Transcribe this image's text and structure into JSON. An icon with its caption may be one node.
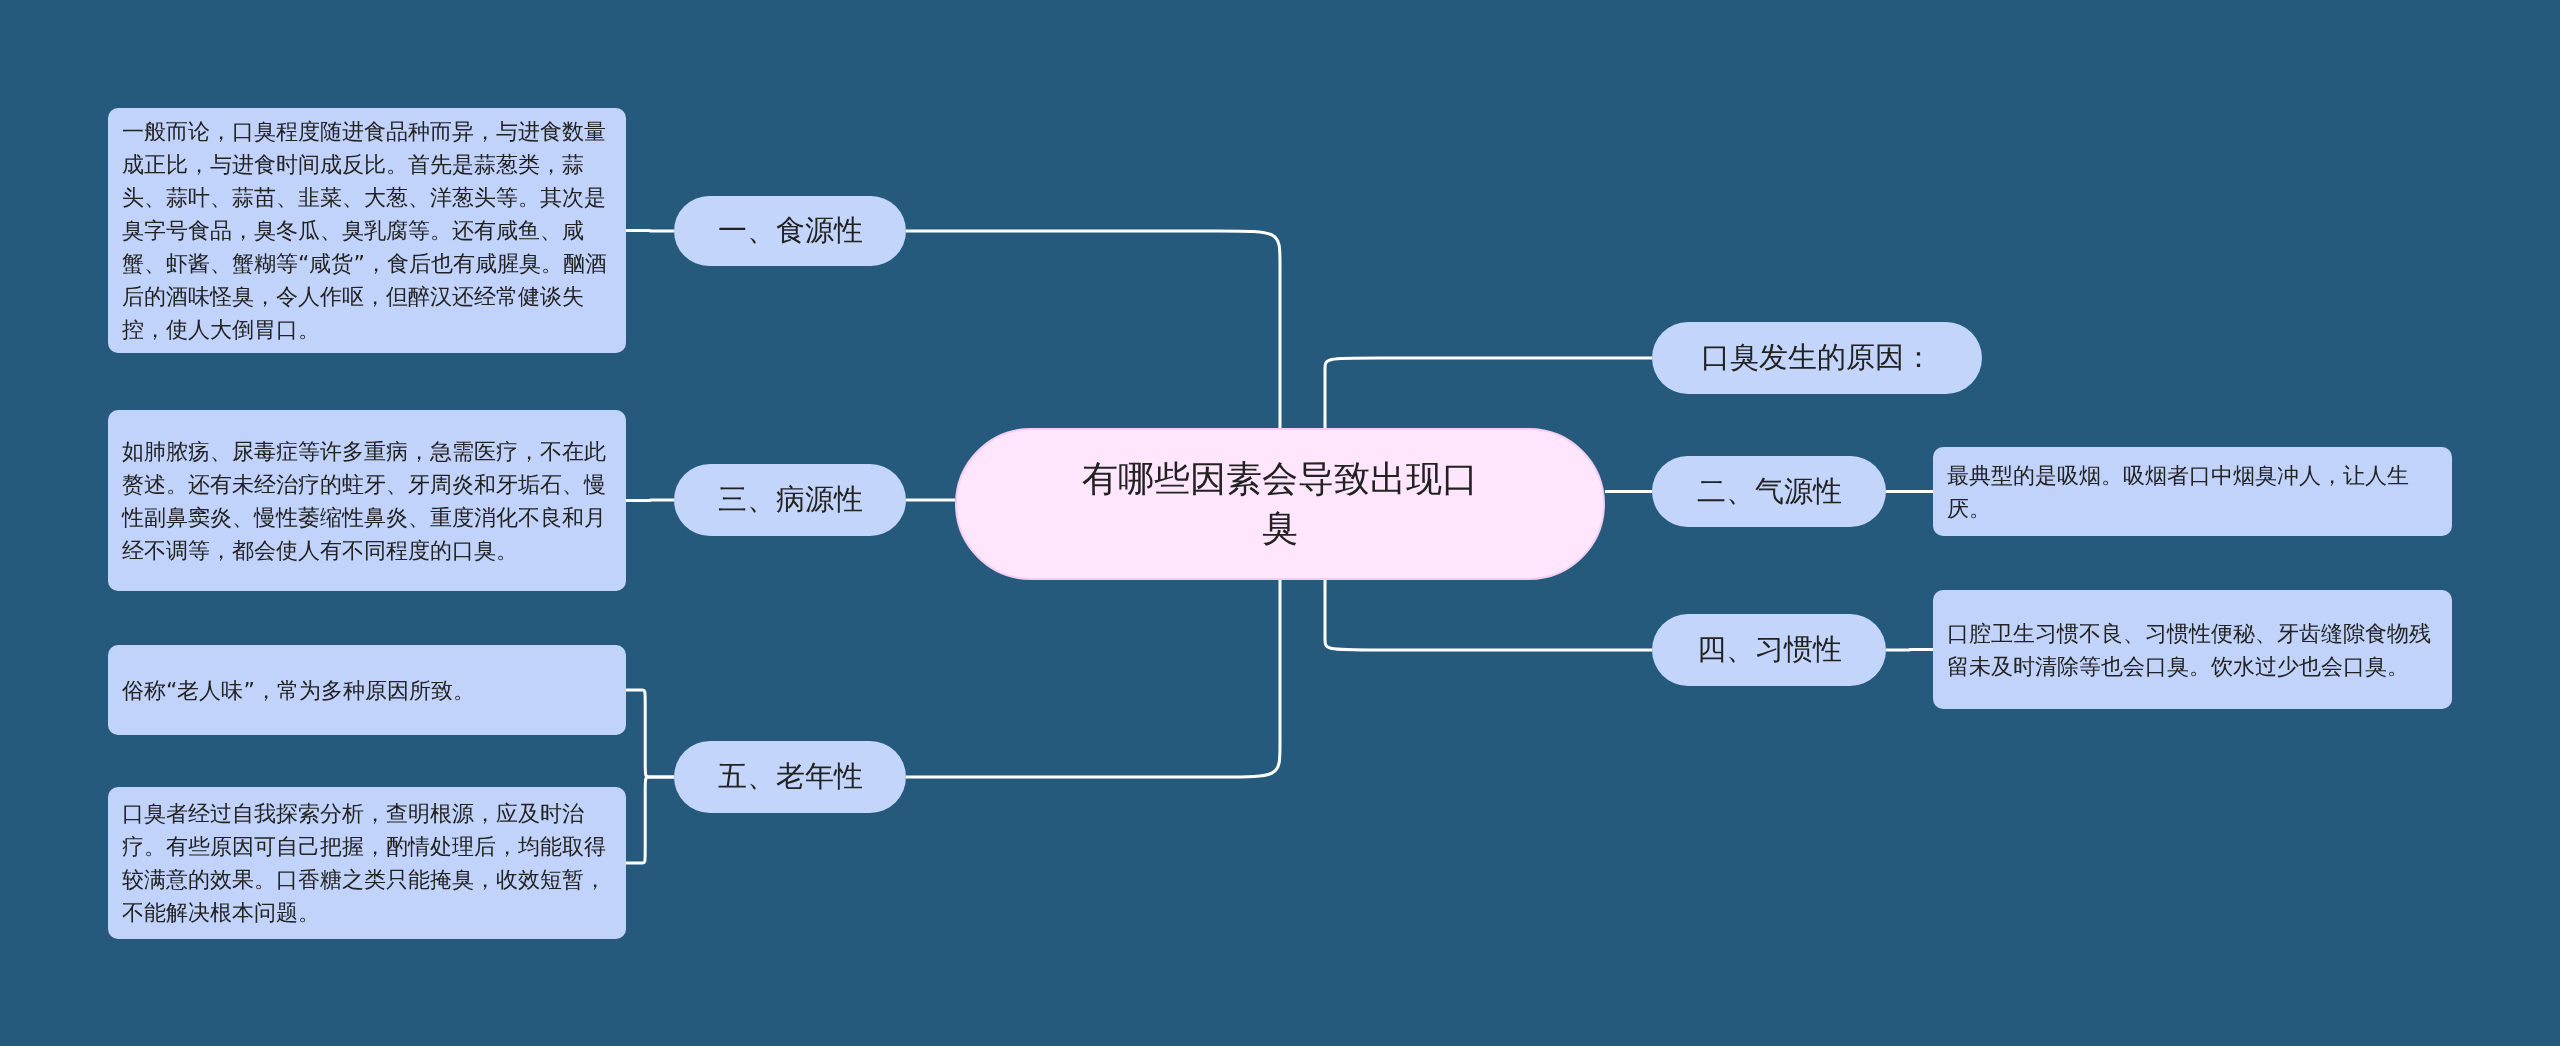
{
  "diagram": {
    "nodes": [
      {
        "text": [
          "有哪些因素会导致出现口臭"
        ]
      },
      {
        "text": [
          "一、食源性"
        ]
      },
      {
        "text": [
          "一般而论，口臭程度随进食品种而异，与进食数量成正比，与进食时间成反比。首先是蒜葱类，蒜头、蒜叶、蒜苗、韭菜、大葱、洋葱头等。其次是臭字号食品，臭冬瓜、臭乳腐等。还有咸鱼、咸蟹、虾酱、蟹糊等“咸货”，食后也有咸腥臭。酗酒后的酒味怪臭，令人作呕，但醉汉还经常健谈失控，使人大倒胃口。"
        ]
      },
      {
        "text": [
          "三、病源性"
        ]
      },
      {
        "text": [
          "如肺脓疡、尿毒症等许多重病，急需医疗，不在此赘述。还有未经治疗的蛀牙、牙周炎和牙垢石、慢性副鼻窦炎、慢性萎缩性鼻炎、重度消化不良和月经不调等，都会使人有不同程度的口臭。"
        ]
      },
      {
        "text": [
          "五、老年性"
        ]
      },
      {
        "text": [
          "俗称“老人味”，常为多种原因所致。"
        ]
      },
      {
        "text": [
          "口臭者经过自我探索分析，查明根源，应及时治疗。有些原因可自己把握，酌情处理后，均能取得较满意的效果。口香糖之类只能掩臭，收效短暂，不能解决根本问题。"
        ]
      },
      {
        "text": [
          "口臭发生的原因："
        ]
      },
      {
        "text": [
          "二、气源性"
        ]
      },
      {
        "text": [
          "最典型的是吸烟。吸烟者口中烟臭冲人，让人生厌。"
        ]
      },
      {
        "text": [
          "四、习惯性"
        ]
      },
      {
        "text": [
          "口腔卫生习惯不良、习惯性便秘、牙齿缝隙食物残留未及时清除等也会口臭。饮水过少也会口臭。"
        ]
      }
    ],
    "edges": [
      {
        "from": 0,
        "to": 1,
        "arrow": "none"
      },
      {
        "from": 1,
        "to": 2,
        "arrow": "none"
      },
      {
        "from": 0,
        "to": 3,
        "arrow": "none"
      },
      {
        "from": 3,
        "to": 4,
        "arrow": "none"
      },
      {
        "from": 0,
        "to": 5,
        "arrow": "none"
      },
      {
        "from": 5,
        "to": 6,
        "arrow": "none"
      },
      {
        "from": 5,
        "to": 7,
        "arrow": "none"
      },
      {
        "from": 0,
        "to": 8,
        "arrow": "none"
      },
      {
        "from": 0,
        "to": 9,
        "arrow": "none"
      },
      {
        "from": 9,
        "to": 10,
        "arrow": "none"
      },
      {
        "from": 0,
        "to": 11,
        "arrow": "none"
      },
      {
        "from": 11,
        "to": 12,
        "arrow": "none"
      }
    ]
  }
}
